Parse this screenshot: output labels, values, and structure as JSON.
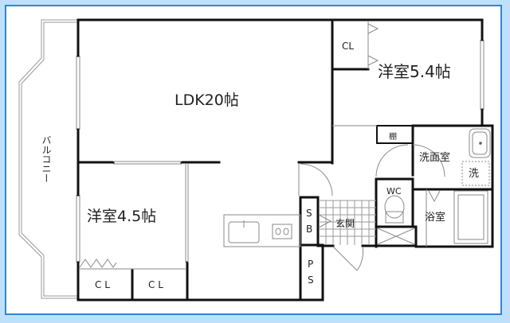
{
  "colors": {
    "background": "#bfe0fb",
    "frame_border": "#2e86d6",
    "paper": "#ffffff",
    "wall": "#111111",
    "thin_line": "#888888"
  },
  "rooms": {
    "ldk": {
      "label": "LDK20帖"
    },
    "western_54": {
      "label": "洋室5.4帖"
    },
    "western_45": {
      "label": "洋室4.5帖"
    },
    "balcony": {
      "label": "バルコニー"
    },
    "closet_top": {
      "label": "CL"
    },
    "closet_bottom_left": {
      "label": "C L"
    },
    "closet_bottom_right": {
      "label": "C L"
    },
    "shelf": {
      "label": "棚"
    },
    "washroom": {
      "label": "洗面室"
    },
    "washer": {
      "label": "洗"
    },
    "wc": {
      "label": "WC"
    },
    "bathroom": {
      "label": "浴室"
    },
    "entrance": {
      "label": "玄関"
    },
    "shoe_box": {
      "label_top": "S",
      "label_bottom": "B"
    },
    "pipe_space": {
      "label_top": "P",
      "label_bottom": "S"
    }
  }
}
